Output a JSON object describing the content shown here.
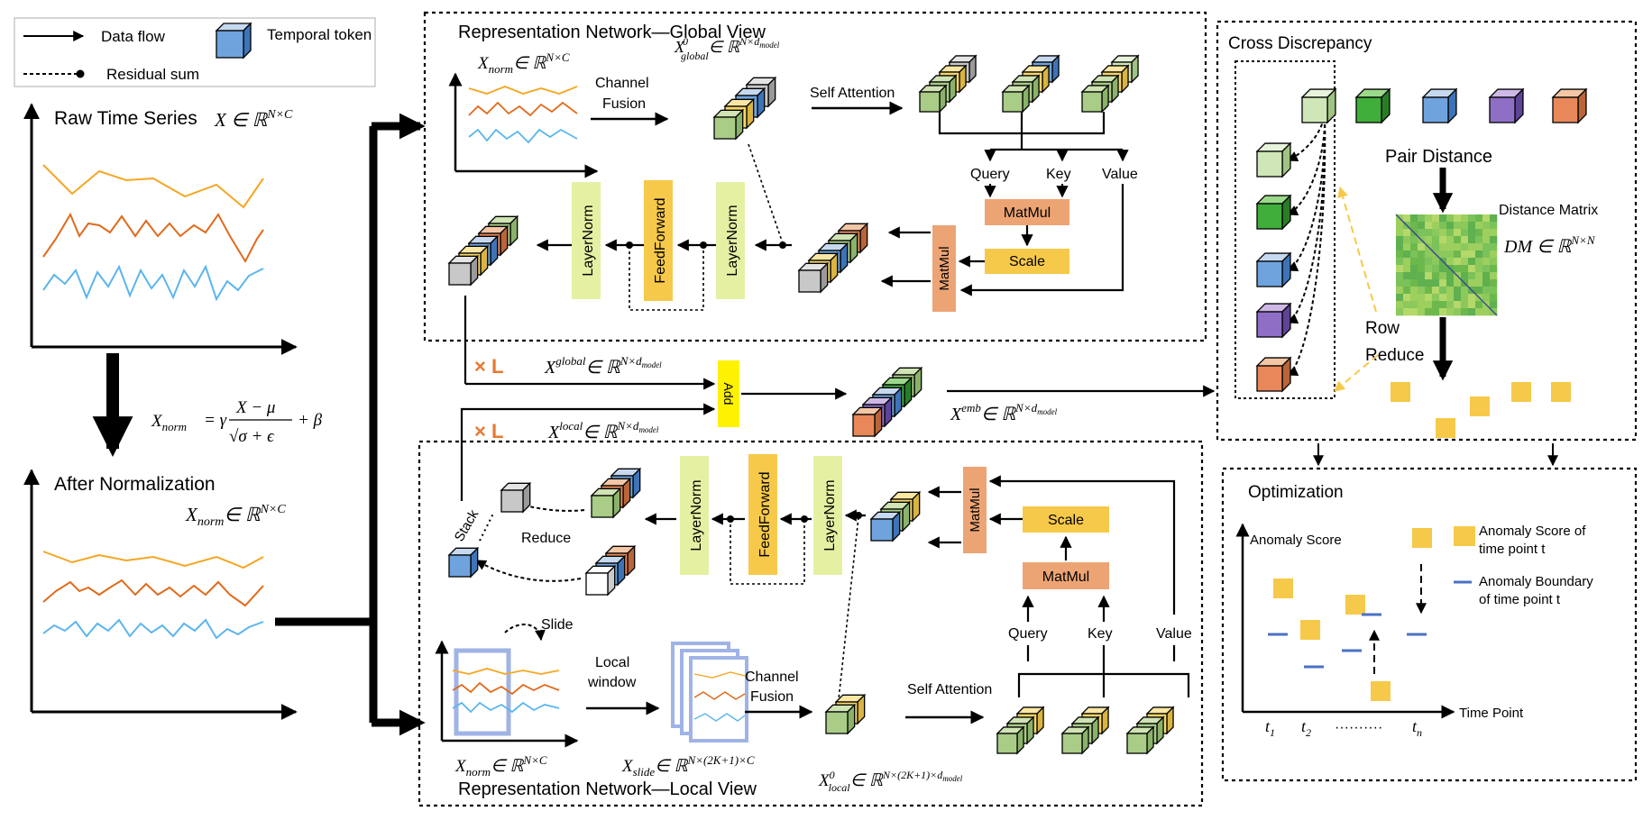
{
  "legend": {
    "data_flow": "Data flow",
    "temporal_token": "Temporal token",
    "residual_sum": "Residual sum"
  },
  "left": {
    "raw_title": "Raw Time Series",
    "raw_math": "X ∈ ℝ",
    "raw_math_sup": "N×C",
    "norm_formula_lhs": "X",
    "norm_formula_lhs_sub": "norm",
    "norm_formula_eq": "= γ",
    "norm_formula_num": "X − μ",
    "norm_formula_den": "√σ + ϵ",
    "norm_formula_tail": "+ β",
    "after_title": "After Normalization",
    "after_math": "X",
    "after_math_sub": "norm",
    "after_math_rest": "∈ ℝ",
    "after_math_sup": "N×C"
  },
  "global_view": {
    "title": "Representation Network—Global View",
    "xnorm": "X",
    "xnorm_sub": "norm",
    "xnorm_rest": "∈ ℝ",
    "xnorm_sup": "N×C",
    "channel_fusion_1": "Channel",
    "channel_fusion_2": "Fusion",
    "xglobal0": "X",
    "xglobal0_sup0": "0",
    "xglobal0_sub": "global",
    "xglobal0_rest": "∈ ℝ",
    "xglobal0_sup": "N×d",
    "xglobal0_supsub": "model",
    "self_attention": "Self Attention",
    "query": "Query",
    "key": "Key",
    "value": "Value",
    "matmul": "MatMul",
    "scale": "Scale",
    "matmul_vertical": "MatMul",
    "layernorm_a": "LayerNorm",
    "feedforward": "FeedForward",
    "layernorm_b": "LayerNorm"
  },
  "middle": {
    "times_l_top": "× L",
    "xglobal": "X",
    "xglobal_sup": "global",
    "xglobal_rest": "∈ ℝ",
    "xglobal_sup2": "N×d",
    "xglobal_supsub": "model",
    "add": "Add",
    "times_l_bottom": "× L",
    "xlocal": "X",
    "xlocal_sup": "local",
    "xlocal_rest": "∈ ℝ",
    "xlocal_sup2": "N×d",
    "xlocal_supsub": "model",
    "xemb": "X",
    "xemb_sup": "emb",
    "xemb_rest": "∈ ℝ",
    "xemb_sup2": "N×d",
    "xemb_supsub": "model"
  },
  "local_view": {
    "title": "Representation Network—Local View",
    "stack": "Stack",
    "reduce": "Reduce",
    "layernorm_a": "LayerNorm",
    "feedforward": "FeedForward",
    "layernorm_b": "LayerNorm",
    "matmul_vertical": "MatMul",
    "scale": "Scale",
    "matmul": "MatMul",
    "query": "Query",
    "key": "Key",
    "value": "Value",
    "slide": "Slide",
    "local_window_1": "Local",
    "local_window_2": "window",
    "channel_fusion_1": "Channel",
    "channel_fusion_2": "Fusion",
    "self_attention": "Self Attention",
    "xnorm": "X",
    "xnorm_sub": "norm",
    "xnorm_rest": "∈ ℝ",
    "xnorm_sup": "N×C",
    "xslide": "X",
    "xslide_sub": "slide",
    "xslide_rest": "∈ ℝ",
    "xslide_sup": "N×(2K+1)×C",
    "xlocal0": "X",
    "xlocal0_sup0": "0",
    "xlocal0_sub": "local",
    "xlocal0_rest": "∈ ℝ",
    "xlocal0_sup": "N×(2K+1)×d",
    "xlocal0_supsub": "model"
  },
  "cross": {
    "title": "Cross Discrepancy",
    "pair_distance": "Pair Distance",
    "distance_matrix": "Distance Matrix",
    "dm": "DM ∈ ℝ",
    "dm_sup": "N×N",
    "row_reduce_1": "Row",
    "row_reduce_2": "Reduce"
  },
  "optimization": {
    "title": "Optimization",
    "anomaly_score_axis": "Anomaly Score",
    "time_point_axis": "Time Point",
    "t1": "t",
    "t1_sub": "1",
    "t2": "t",
    "t2_sub": "2",
    "dots": "··········",
    "tn": "t",
    "tn_sub": "n",
    "legend_score_1": "Anomaly Score of",
    "legend_score_2": "time point t",
    "legend_boundary_1": "Anomaly Boundary",
    "legend_boundary_2": "of  time point t"
  },
  "colors": {
    "orange_line": "#F5A623",
    "dark_orange_line": "#E06A1B",
    "blue_line": "#5BB5EE",
    "layernorm": "#E6F0A3",
    "feedforward": "#F7C94A",
    "matmul": "#EDA474",
    "scale": "#F7C94A",
    "add": "#FFF200",
    "accent": "#E8782F",
    "boundary": "#4A72C4"
  }
}
